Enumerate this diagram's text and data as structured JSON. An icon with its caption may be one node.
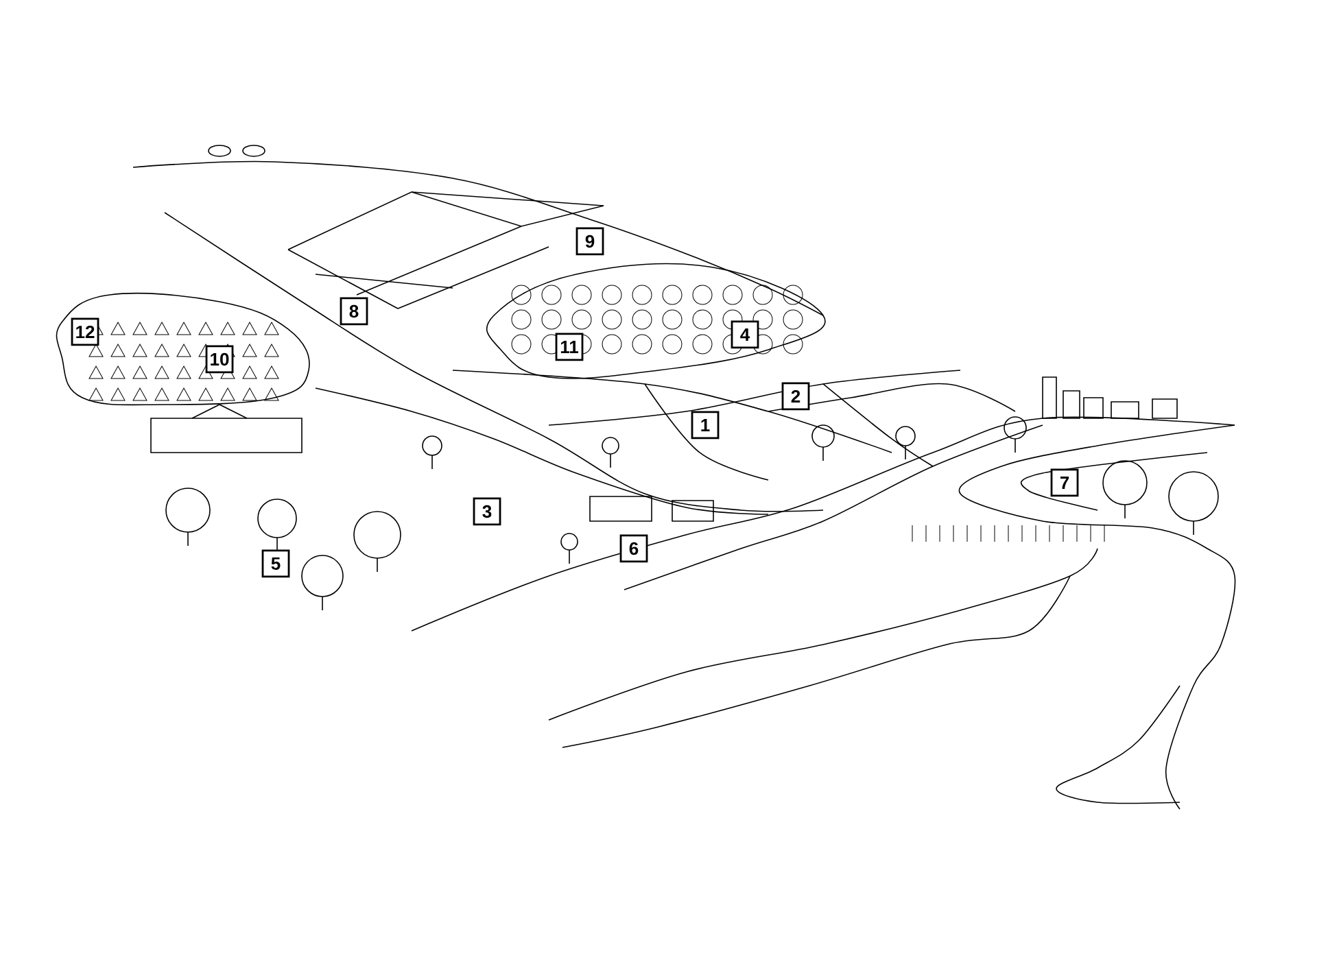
{
  "diagram": {
    "labels": [
      "9",
      "8",
      "12",
      "4",
      "11",
      "10",
      "2",
      "1",
      "7",
      "3",
      "6",
      "5"
    ]
  }
}
